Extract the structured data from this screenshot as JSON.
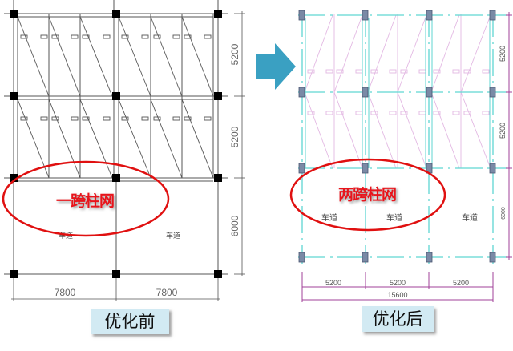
{
  "figure": {
    "arrow_color": "#3aa0c2",
    "oval_color": "#e01010",
    "caption_bg": "#d2eaf3"
  },
  "before": {
    "caption": "优化前",
    "oval_label": "一跨柱网",
    "lane_labels": [
      "车道",
      "车道"
    ],
    "bottom_dimensions": [
      "7800",
      "7800"
    ],
    "right_dimensions": [
      "5200",
      "5200",
      "6000"
    ],
    "line_color": "#555555",
    "column_color": "#000000"
  },
  "after": {
    "caption": "优化后",
    "oval_label": "两跨柱网",
    "lane_labels": [
      "车道",
      "车道",
      "车道"
    ],
    "bottom_dimensions": [
      "5200",
      "5200",
      "5200"
    ],
    "total_dimension": "15600",
    "right_dimensions": [
      "5200",
      "5200",
      "6000"
    ],
    "grid_color": "#5fd6d2",
    "dimension_color": "#a0409a",
    "stall_line_color": "#e3b8e3",
    "column_color": "#7a8aa6"
  }
}
